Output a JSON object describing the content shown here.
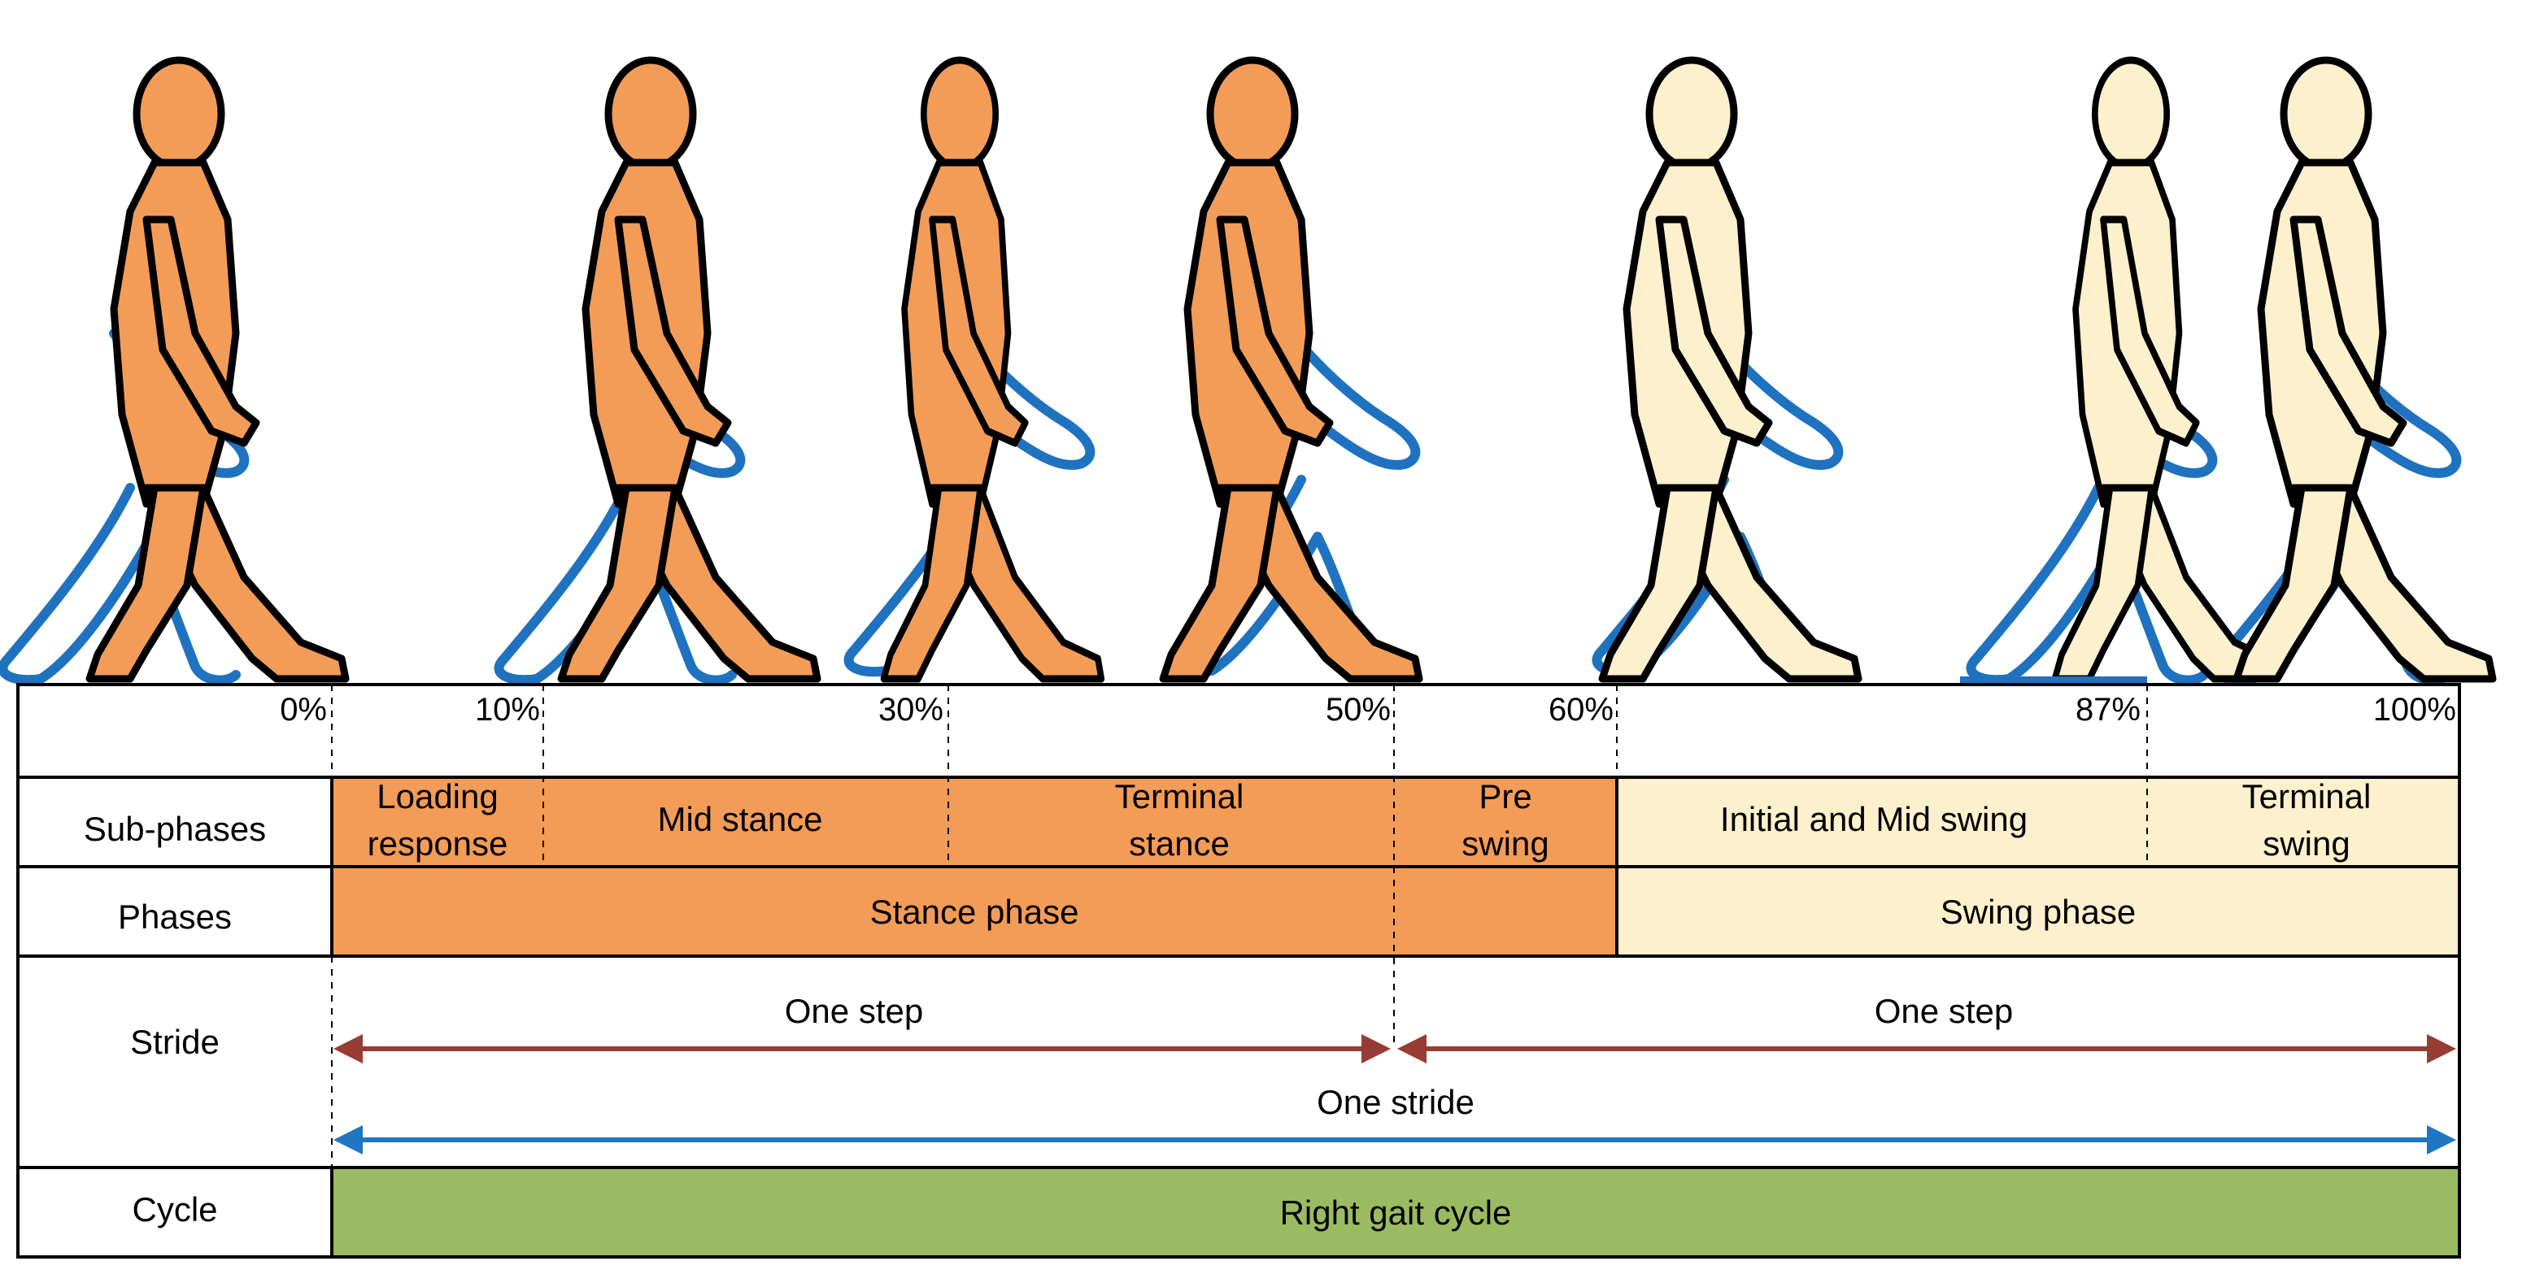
{
  "colors": {
    "stance": "#f4a261",
    "stance_fill": "#f39c57",
    "swing": "#fdf0cc",
    "cycle": "#9bbb62",
    "step_arrow": "#963c34",
    "stride_arrow": "#1f77c4",
    "ghost_leg": "#1f72c0"
  },
  "percentages": [
    "0%",
    "10%",
    "30%",
    "50%",
    "60%",
    "87%",
    "100%"
  ],
  "rows": {
    "subphases": "Sub-phases",
    "phases": "Phases",
    "stride": "Stride",
    "cycle": "Cycle"
  },
  "subphases": [
    {
      "line1": "Loading",
      "line2": "response"
    },
    {
      "line1": "Mid stance",
      "line2": ""
    },
    {
      "line1": "Terminal",
      "line2": "stance"
    },
    {
      "line1": "Pre",
      "line2": "swing"
    },
    {
      "line1": "Initial and Mid swing",
      "line2": ""
    },
    {
      "line1": "Terminal",
      "line2": "swing"
    }
  ],
  "phases": {
    "stance": "Stance phase",
    "swing": "Swing phase"
  },
  "stride": {
    "step1": "One step",
    "step2": "One step",
    "stride": "One stride"
  },
  "cycle": {
    "label": "Right gait cycle"
  }
}
